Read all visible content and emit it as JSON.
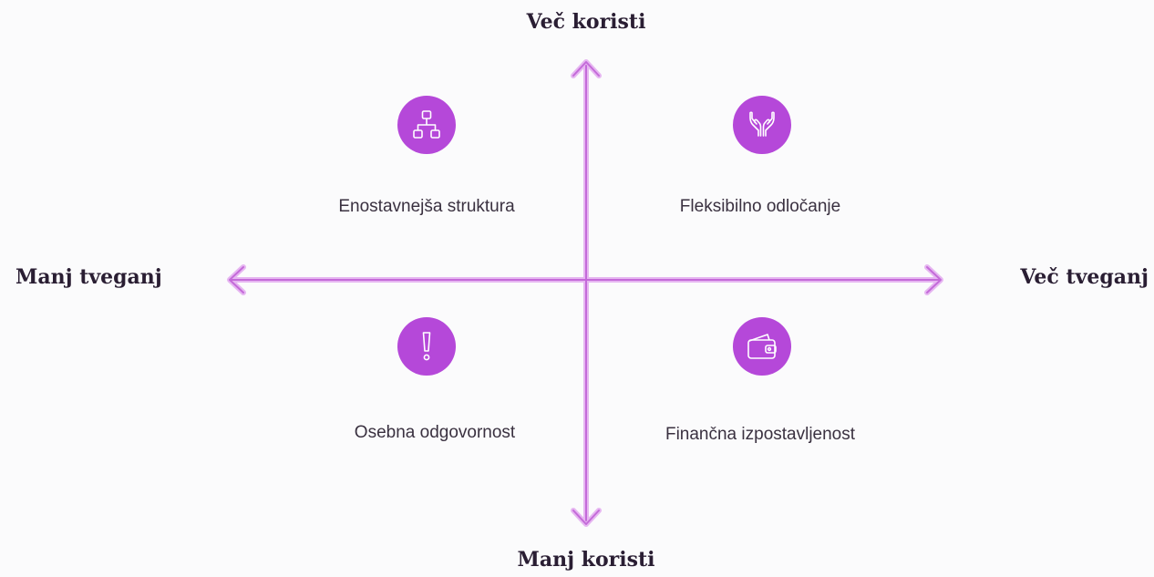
{
  "axes": {
    "top": "Več koristi",
    "bottom": "Manj koristi",
    "left": "Manj tveganj",
    "right": "Več tveganj"
  },
  "quadrants": {
    "top_left": {
      "label": "Enostavnejša struktura",
      "icon": "org-chart-icon"
    },
    "top_right": {
      "label": "Fleksibilno odločanje",
      "icon": "open-hands-icon"
    },
    "bottom_left": {
      "label": "Osebna odgovornost",
      "icon": "exclamation-icon"
    },
    "bottom_right": {
      "label": "Finančna izpostavljenost",
      "icon": "wallet-icon"
    }
  },
  "colors": {
    "accent": "#b548d9",
    "axis_line": "#c46ad9",
    "axis_glow": "#e6b6f1",
    "icon_stroke": "#ffffff",
    "background": "#fbfbfc"
  }
}
